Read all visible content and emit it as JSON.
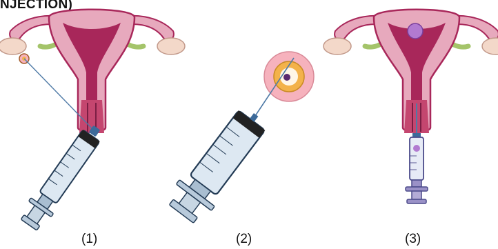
{
  "title_fragment": "NJECTION)",
  "captions": [
    "(1)",
    "(2)",
    "(3)"
  ],
  "colors": {
    "uterus_pink": "#e7a9bd",
    "uterus_dark": "#a8275a",
    "tube_green": "#a4c46a",
    "ovary": "#f3d8c9",
    "egg_outer": "#f6b2bd",
    "egg_zona": "#f3b24a",
    "syringe_barrel": "#dde8f2",
    "syringe_plunger_purple": "#9a91c7"
  }
}
